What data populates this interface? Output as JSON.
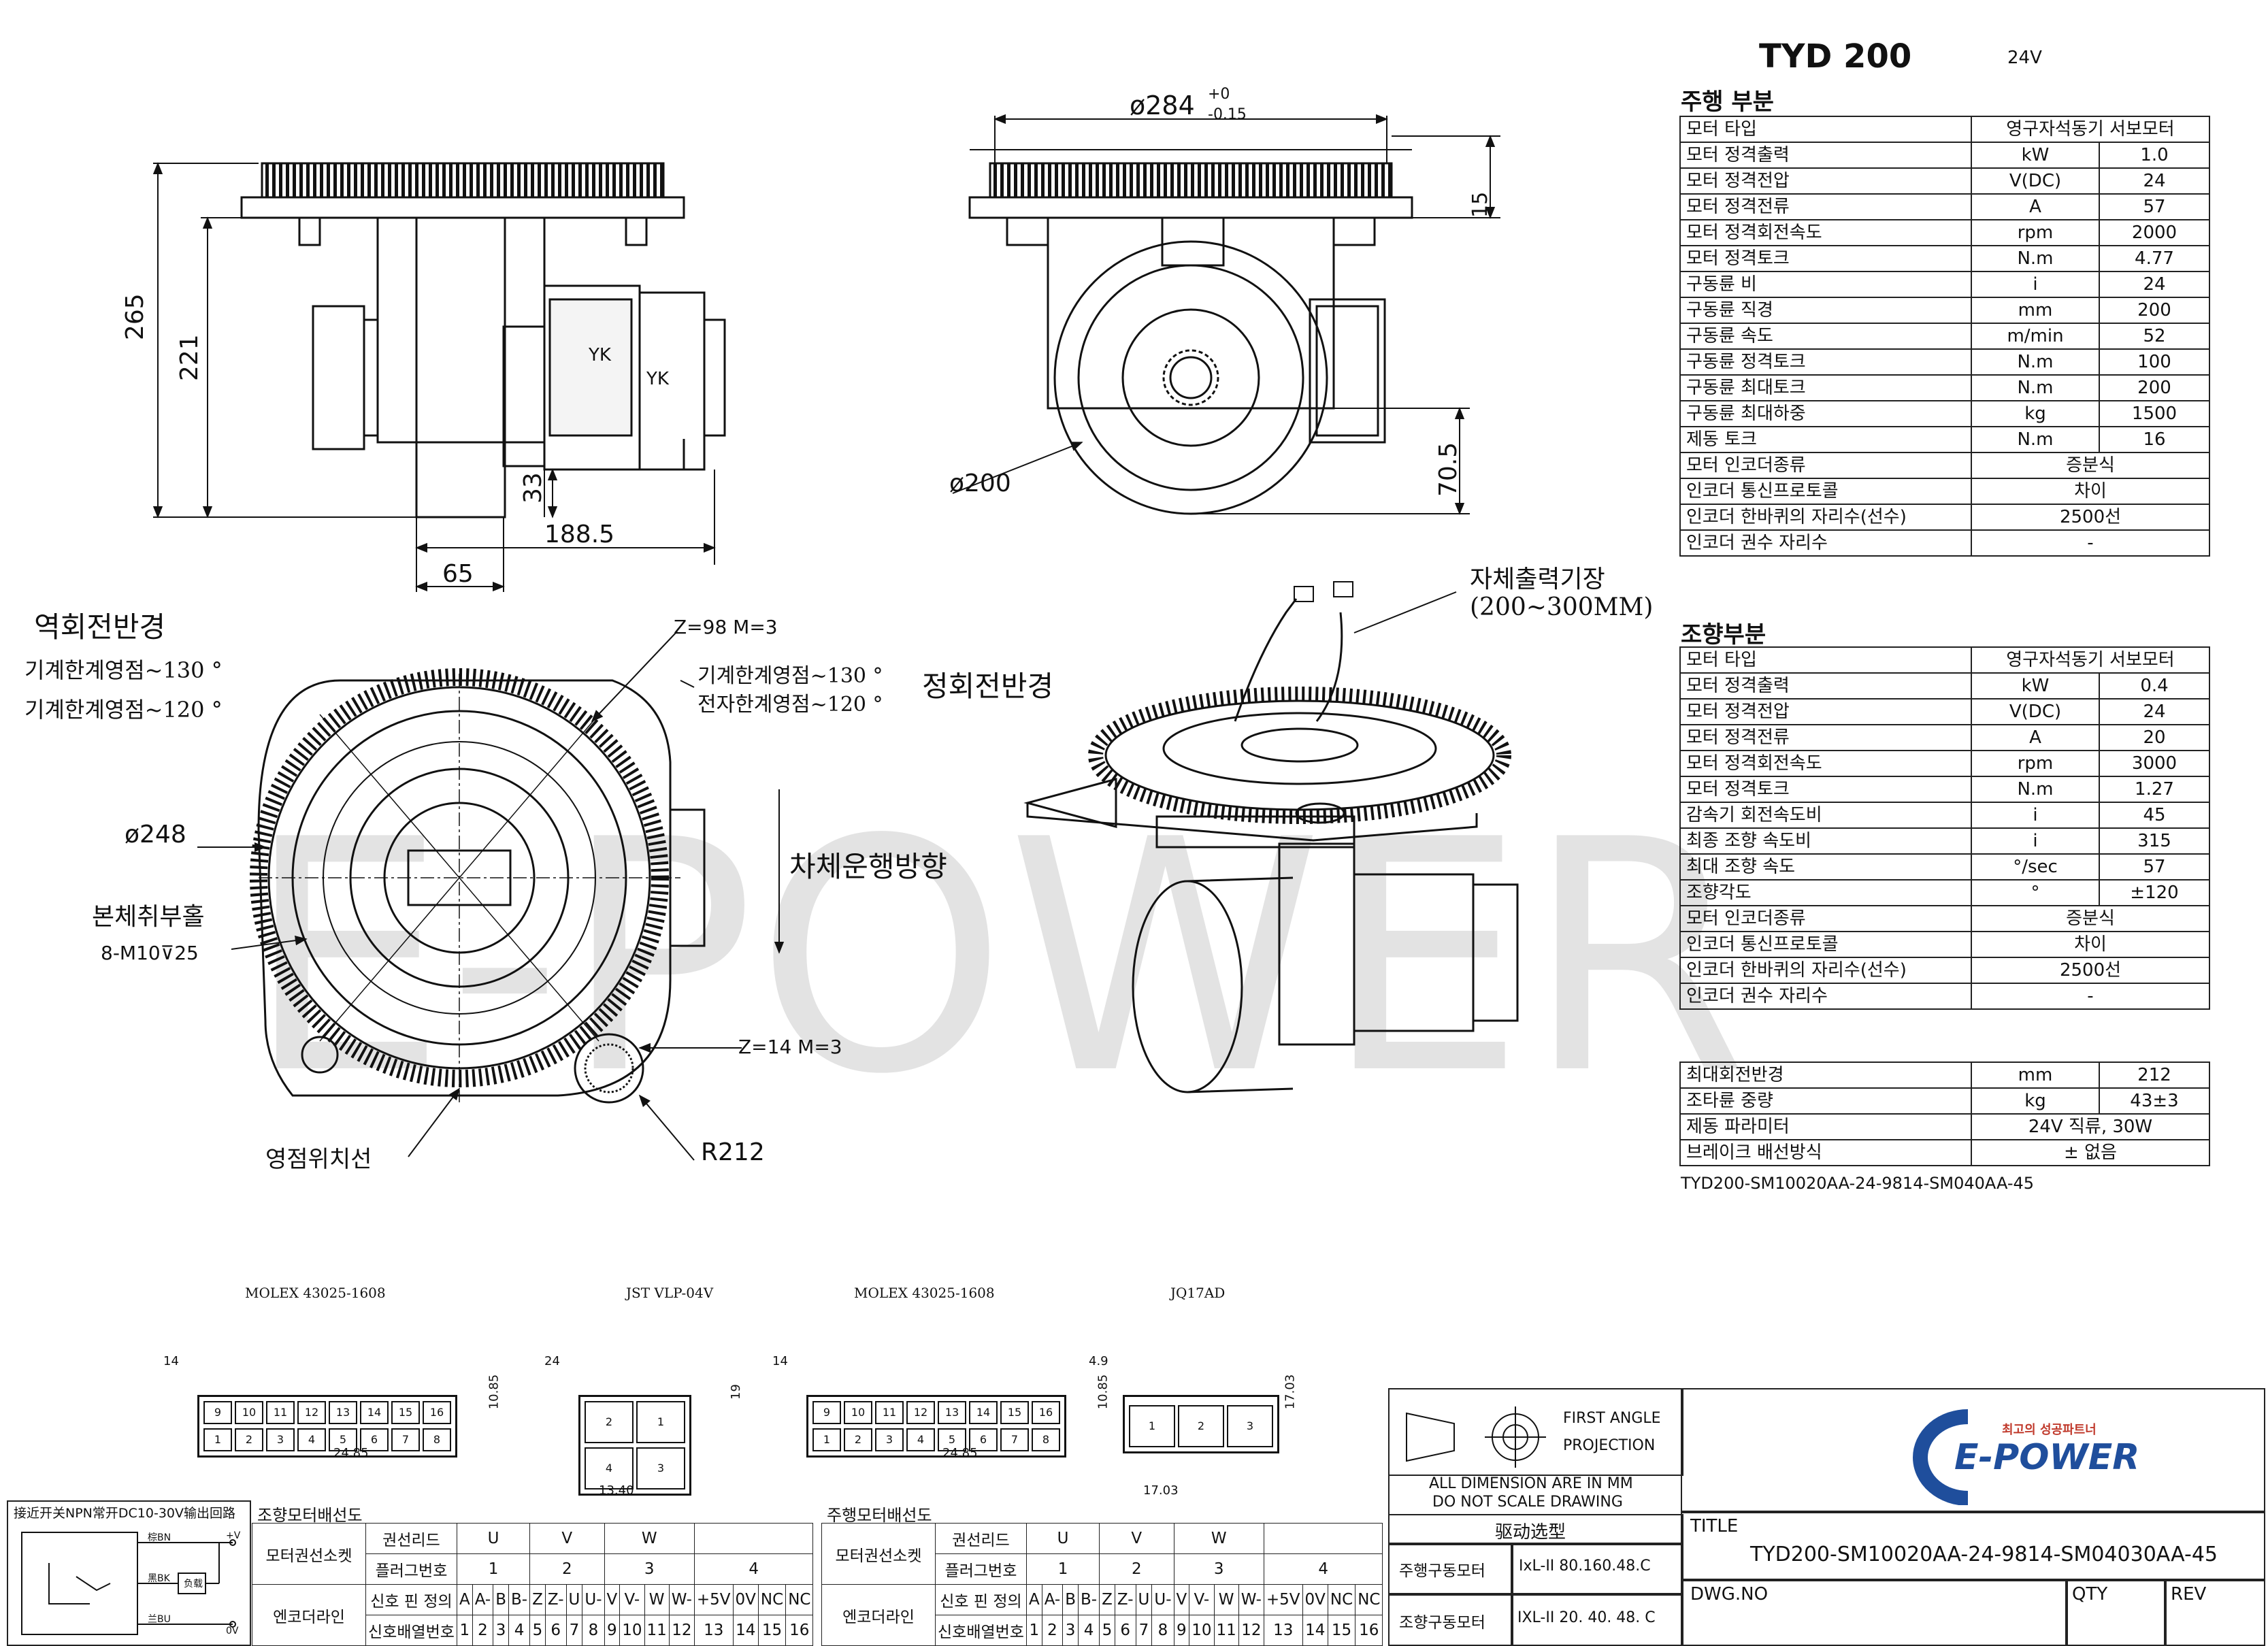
{
  "header": {
    "model": "TYD 200",
    "voltage": "24V"
  },
  "drive_section": {
    "title": "주행 부분",
    "rows": [
      [
        "모터 타입",
        "영구자석동기 서보모터",
        ""
      ],
      [
        "모터 정격출력",
        "kW",
        "1.0"
      ],
      [
        "모터 정격전압",
        "V(DC)",
        "24"
      ],
      [
        "모터 정격전류",
        "A",
        "57"
      ],
      [
        "모터 정격회전속도",
        "rpm",
        "2000"
      ],
      [
        "모터 정격토크",
        "N.m",
        "4.77"
      ],
      [
        "구동륜 비",
        "i",
        "24"
      ],
      [
        "구동륜 직경",
        "mm",
        "200"
      ],
      [
        "구동륜 속도",
        "m/min",
        "52"
      ],
      [
        "구동륜 정격토크",
        "N.m",
        "100"
      ],
      [
        "구동륜 최대토크",
        "N.m",
        "200"
      ],
      [
        "구동륜 최대하중",
        "kg",
        "1500"
      ],
      [
        "제동 토크",
        "N.m",
        "16"
      ],
      [
        "모터 인코더종류",
        "증분식",
        ""
      ],
      [
        "인코더 통신프로토콜",
        "차이",
        ""
      ],
      [
        "인코더 한바퀴의 자리수(선수)",
        "2500선",
        ""
      ],
      [
        "인코더 권수 자리수",
        "-",
        ""
      ]
    ]
  },
  "steer_section": {
    "title": "조향부분",
    "rows": [
      [
        "모터 타입",
        "영구자석동기 서보모터",
        ""
      ],
      [
        "모터 정격출력",
        "kW",
        "0.4"
      ],
      [
        "모터 정격전압",
        "V(DC)",
        "24"
      ],
      [
        "모터 정격전류",
        "A",
        "20"
      ],
      [
        "모터 정격회전속도",
        "rpm",
        "3000"
      ],
      [
        "모터 정격토크",
        "N.m",
        "1.27"
      ],
      [
        "감속기 회전속도비",
        "i",
        "45"
      ],
      [
        "최종 조향 속도비",
        "i",
        "315"
      ],
      [
        "최대 조향 속도",
        "°/sec",
        "57"
      ],
      [
        "조향각도",
        "°",
        "±120"
      ],
      [
        "모터 인코더종류",
        "증분식",
        ""
      ],
      [
        "인코더 통신프로토콜",
        "차이",
        ""
      ],
      [
        "인코더 한바퀴의 자리수(선수)",
        "2500선",
        ""
      ],
      [
        "인코더 권수 자리수",
        "-",
        ""
      ]
    ]
  },
  "extra_section": {
    "rows": [
      [
        "최대회전반경",
        "mm",
        "212"
      ],
      [
        "조타륜 중량",
        "kg",
        "43±3"
      ],
      [
        "제동 파라미터",
        "24V 직류, 30W",
        ""
      ],
      [
        "브레이크 배선방식",
        "± 없음",
        ""
      ]
    ],
    "code": "TYD200-SM10020AA-24-9814-SM040AA-45"
  },
  "dimensions": {
    "d284": "ø284",
    "d284_upper": "+0",
    "d284_lower": "-0.15",
    "d200": "ø200",
    "d248": "ø248",
    "h265": "265",
    "h221": "221",
    "h33": "33",
    "w188": "188.5",
    "w65": "65",
    "h70": "70.5",
    "h15": "15",
    "r212": "R212",
    "yk1": "YK",
    "yk2": "YK"
  },
  "plan_labels": {
    "z98": "Z=98  M=3",
    "z14": "Z=14  M=3",
    "reverse": "역회전반경",
    "mech130_l": "기계한계영점~130 °",
    "mech120_l": "기계한계영점~120 °",
    "mech130_r": "기계한계영점~130 °",
    "elec120_r": "전자한계영점~120 °",
    "forward": "정회전반경",
    "drive_dir": "차체운행방향",
    "body_hole": "본체취부홀",
    "bolt": "8-M10",
    "bolt_depth": "25",
    "zero_line": "영점위치선"
  },
  "iso_labels": {
    "cable1": "자체출력기장",
    "cable2": "(200~300MM)"
  },
  "watermark": "E-POWER",
  "connectors": [
    {
      "title": "MOLEX 43025-1608",
      "w": "24.85",
      "h": "10.85",
      "d": "14",
      "top": [
        "9",
        "10",
        "11",
        "12",
        "13",
        "14",
        "15",
        "16"
      ],
      "bottom": [
        "1",
        "2",
        "3",
        "4",
        "5",
        "6",
        "7",
        "8"
      ]
    },
    {
      "title": "JST VLP-04V",
      "w": "13.40",
      "h": "19",
      "d": "24",
      "top": [
        "2",
        "1"
      ],
      "bottom": [
        "4",
        "3"
      ]
    },
    {
      "title": "MOLEX 43025-1608",
      "w": "24.85",
      "h": "10.85",
      "d": "14",
      "top": [
        "9",
        "10",
        "11",
        "12",
        "13",
        "14",
        "15",
        "16"
      ],
      "bottom": [
        "1",
        "2",
        "3",
        "4",
        "5",
        "6",
        "7",
        "8"
      ]
    },
    {
      "title": "JQ17AD",
      "w": "17.03",
      "h": "17.03",
      "d": "4.9",
      "top": [],
      "bottom": [
        "1",
        "2",
        "3"
      ]
    }
  ],
  "sensor": {
    "title": "接近开关NPN常开DC10-30V输出回路",
    "brown": "棕BN",
    "black": "黑BK",
    "blue": "兰BU",
    "load": "负载",
    "vplus": "+V",
    "vzero": "0V"
  },
  "wiring_steer": {
    "title": "조향모터배선도",
    "power_label": "모터권선소켓",
    "lead_label": "권선리드",
    "plug_label": "플러그번호",
    "phases": [
      "U",
      "V",
      "W",
      ""
    ],
    "plugs": [
      "1",
      "2",
      "3",
      "4"
    ],
    "enc_label": "엔코더라인",
    "sig_label": "신호 핀 정의",
    "seq_label": "신호배열번호",
    "signals": [
      "A",
      "A-",
      "B",
      "B-",
      "Z",
      "Z-",
      "U",
      "U-",
      "V",
      "V-",
      "W",
      "W-",
      "+5V",
      "0V",
      "NC",
      "NC"
    ],
    "pins": [
      "1",
      "2",
      "3",
      "4",
      "5",
      "6",
      "7",
      "8",
      "9",
      "10",
      "11",
      "12",
      "13",
      "14",
      "15",
      "16"
    ]
  },
  "wiring_drive": {
    "title": "주행모터배선도",
    "power_label": "모터권선소켓",
    "lead_label": "권선리드",
    "plug_label": "플러그번호",
    "phases": [
      "U",
      "V",
      "W",
      ""
    ],
    "plugs": [
      "1",
      "2",
      "3",
      "4"
    ],
    "enc_label": "엔코더라인",
    "sig_label": "신호 핀 정의",
    "seq_label": "신호배열번호",
    "signals": [
      "A",
      "A-",
      "B",
      "B-",
      "Z",
      "Z-",
      "U",
      "U-",
      "V",
      "V-",
      "W",
      "W-",
      "+5V",
      "0V",
      "NC",
      "NC"
    ],
    "pins": [
      "1",
      "2",
      "3",
      "4",
      "5",
      "6",
      "7",
      "8",
      "9",
      "10",
      "11",
      "12",
      "13",
      "14",
      "15",
      "16"
    ]
  },
  "title_block": {
    "first_angle": "FIRST ANGLE",
    "projection": "PROJECTION",
    "all_dim": "ALL DIMENSION ARE IN MM",
    "no_scale": "DO NOT SCALE DRAWING",
    "type_title": "驱动选型",
    "drive_motor": "주행구동모터",
    "drive_motor_val": "IxL-II 80.160.48.C",
    "steer_motor": "조향구동모터",
    "steer_motor_val": "IXL-II 20. 40. 48. C",
    "logo_tag": "최고의 성공파트너",
    "logo_text": "E-POWER",
    "title_label": "TITLE",
    "title_value": "TYD200-SM10020AA-24-9814-SM04030AA-45",
    "dwg_no": "DWG.NO",
    "qty": "QTY",
    "rev": "REV"
  }
}
